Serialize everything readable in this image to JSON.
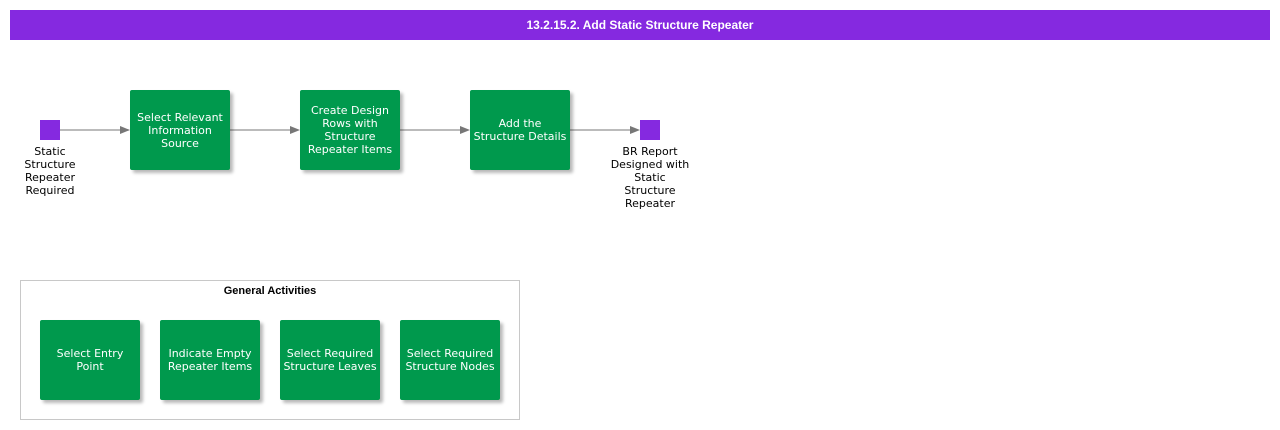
{
  "title": "13.2.15.2. Add Static Structure Repeater",
  "colors": {
    "title_bar": "#8529e0",
    "activity": "#00994d",
    "terminal": "#8529e0",
    "connector": "#777777"
  },
  "flow": {
    "start_label": "Static Structure Repeater Required",
    "steps": [
      "Select Relevant Information Source",
      "Create Design Rows with Structure Repeater Items",
      "Add the Structure Details"
    ],
    "end_label": "BR Report Designed with Static Structure Repeater"
  },
  "general": {
    "title": "General Activities",
    "items": [
      "Select Entry Point",
      "Indicate Empty Repeater Items",
      "Select Required Structure Leaves",
      "Select Required Structure Nodes"
    ]
  }
}
